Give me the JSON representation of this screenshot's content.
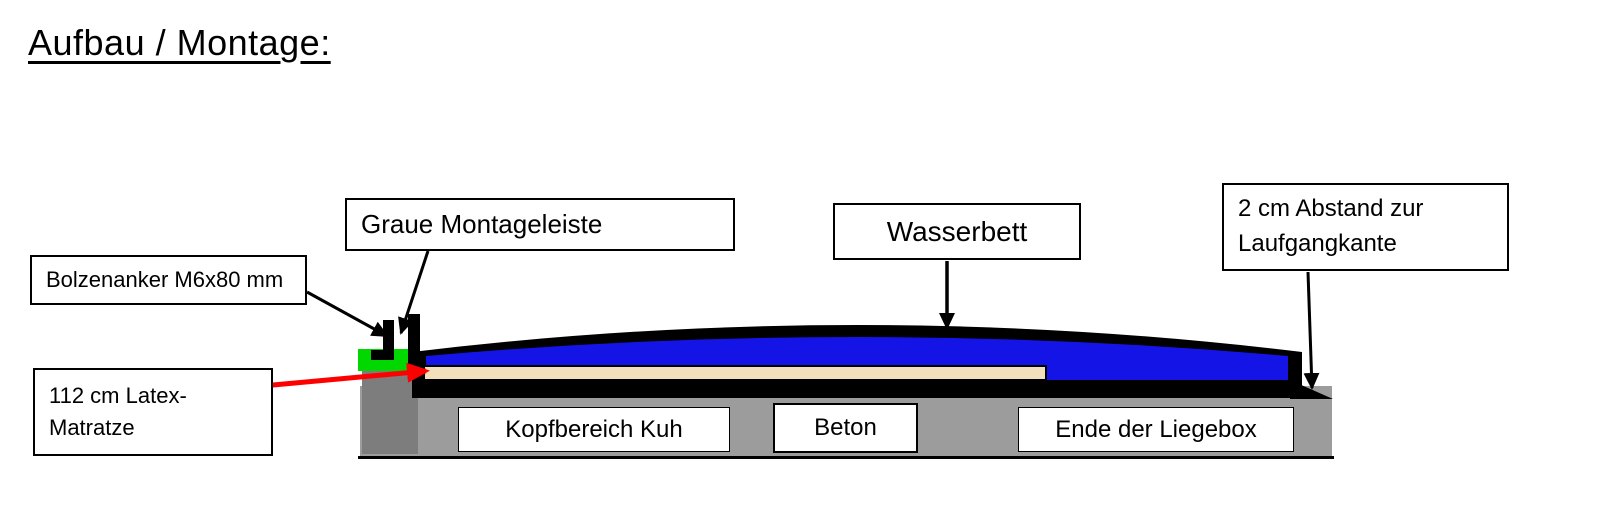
{
  "title": "Aufbau / Montage:",
  "labels": {
    "montageleiste": "Graue Montageleiste",
    "bolzenanker": "Bolzenanker M6x80 mm",
    "wasserbett": "Wasserbett",
    "abstand_line1": "2 cm Abstand zur",
    "abstand_line2": "Laufgangkante",
    "matratze_line1": "112 cm Latex-",
    "matratze_line2": "Matratze",
    "kopfbereich": "Kopfbereich Kuh",
    "beton": "Beton",
    "liegebox": "Ende der Liegebox"
  },
  "colors": {
    "water": "#1414e6",
    "mattress": "#f2dfbc",
    "concrete": "#9c9c9c",
    "concrete_dark": "#7d7d7d",
    "leiste_green": "#00d800",
    "arrow_red": "#ff0000",
    "bed_black": "#000000"
  }
}
